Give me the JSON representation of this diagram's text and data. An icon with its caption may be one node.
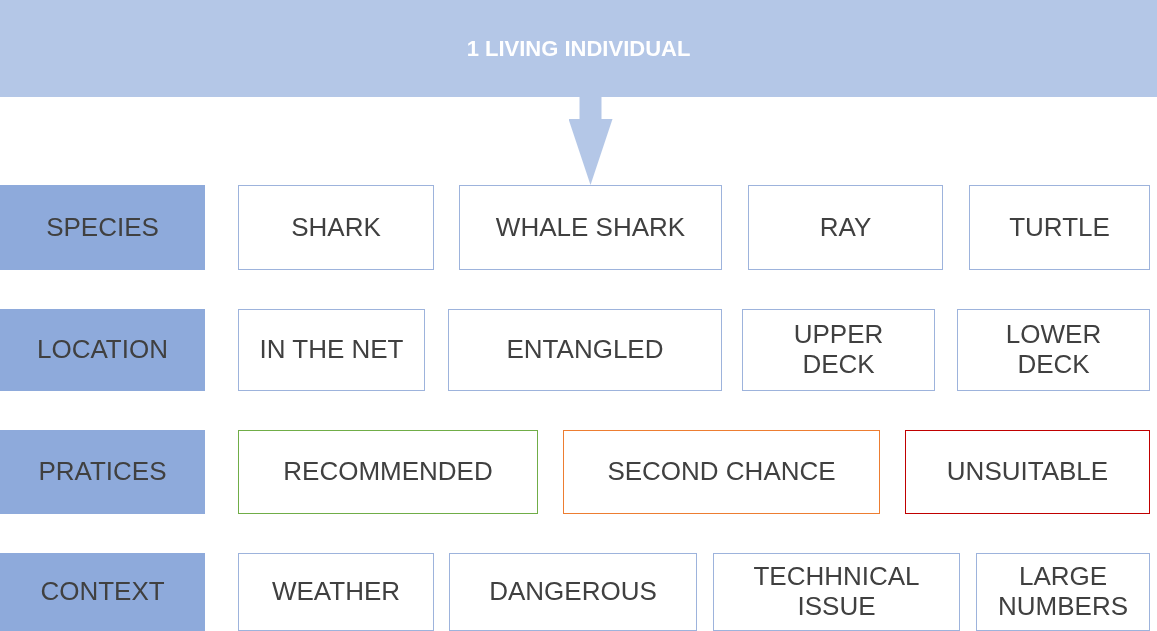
{
  "diagram": {
    "nodes": [
      {
        "text": [
          "1 LIVING INDIVIDUAL"
        ]
      },
      {
        "text": [
          "SPECIES"
        ]
      },
      {
        "text": [
          "SHARK"
        ]
      },
      {
        "text": [
          "WHALE SHARK"
        ]
      },
      {
        "text": [
          "RAY"
        ]
      },
      {
        "text": [
          "TURTLE"
        ]
      },
      {
        "text": [
          "LOCATION"
        ]
      },
      {
        "text": [
          "IN THE NET"
        ]
      },
      {
        "text": [
          "ENTANGLED"
        ]
      },
      {
        "text": [
          "UPPER DECK"
        ]
      },
      {
        "text": [
          "LOWER DECK"
        ]
      },
      {
        "text": [
          "PRATICES"
        ]
      },
      {
        "text": [
          "RECOMMENDED"
        ]
      },
      {
        "text": [
          "SECOND CHANCE"
        ]
      },
      {
        "text": [
          "UNSUITABLE"
        ]
      },
      {
        "text": [
          "CONTEXT"
        ]
      },
      {
        "text": [
          "WEATHER"
        ]
      },
      {
        "text": [
          "DANGEROUS"
        ]
      },
      {
        "text": [
          "TECHHNICAL ISSUE"
        ]
      },
      {
        "text": [
          "LARGE NUMBERS"
        ]
      }
    ],
    "edges": [
      {
        "from": 0,
        "to": 3,
        "arrow": "to"
      }
    ]
  }
}
